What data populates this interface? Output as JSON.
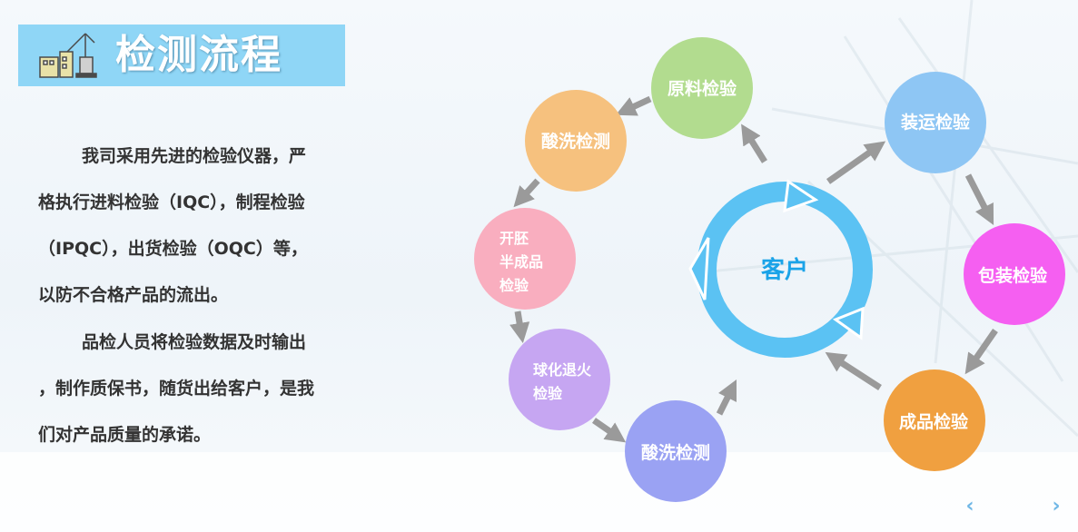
{
  "title": "检测流程",
  "paragraph1": {
    "lines": [
      "我司采用先进的检验仪器，严",
      "格执行进料检验（IQC），制程检验",
      "（IPQC），出货检验（OQC）等，",
      "以防不合格产品的流出。"
    ]
  },
  "paragraph2": {
    "lines": [
      "品检人员将检验数据及时输出",
      "，制作质保书，随货出给客户，是我",
      "们对产品质量的承诺。"
    ]
  },
  "diagram": {
    "center": "客户",
    "nodes": {
      "raw": {
        "label": "原料检验",
        "color": "#b2dc8f"
      },
      "pickle1": {
        "label": "酸洗检测",
        "color": "#f6c17e"
      },
      "blank": {
        "label1": "开胚",
        "label2": "半成品",
        "label3": "检验",
        "color": "#f9aebf"
      },
      "anneal": {
        "label1": "球化退火",
        "label2": "检验",
        "color": "#c6a6f2"
      },
      "pickle2": {
        "label": "酸洗检测",
        "color": "#9aa2f3"
      },
      "ship": {
        "label": "装运检验",
        "color": "#8ec6f4"
      },
      "pack": {
        "label": "包装检验",
        "color": "#f55ff1"
      },
      "finished": {
        "label": "成品检验",
        "color": "#f0a040"
      }
    },
    "ring_color": "#5bc2f3",
    "arrow_color": "#9a9a9a"
  },
  "nav": {
    "prev": "‹",
    "next": "›"
  }
}
